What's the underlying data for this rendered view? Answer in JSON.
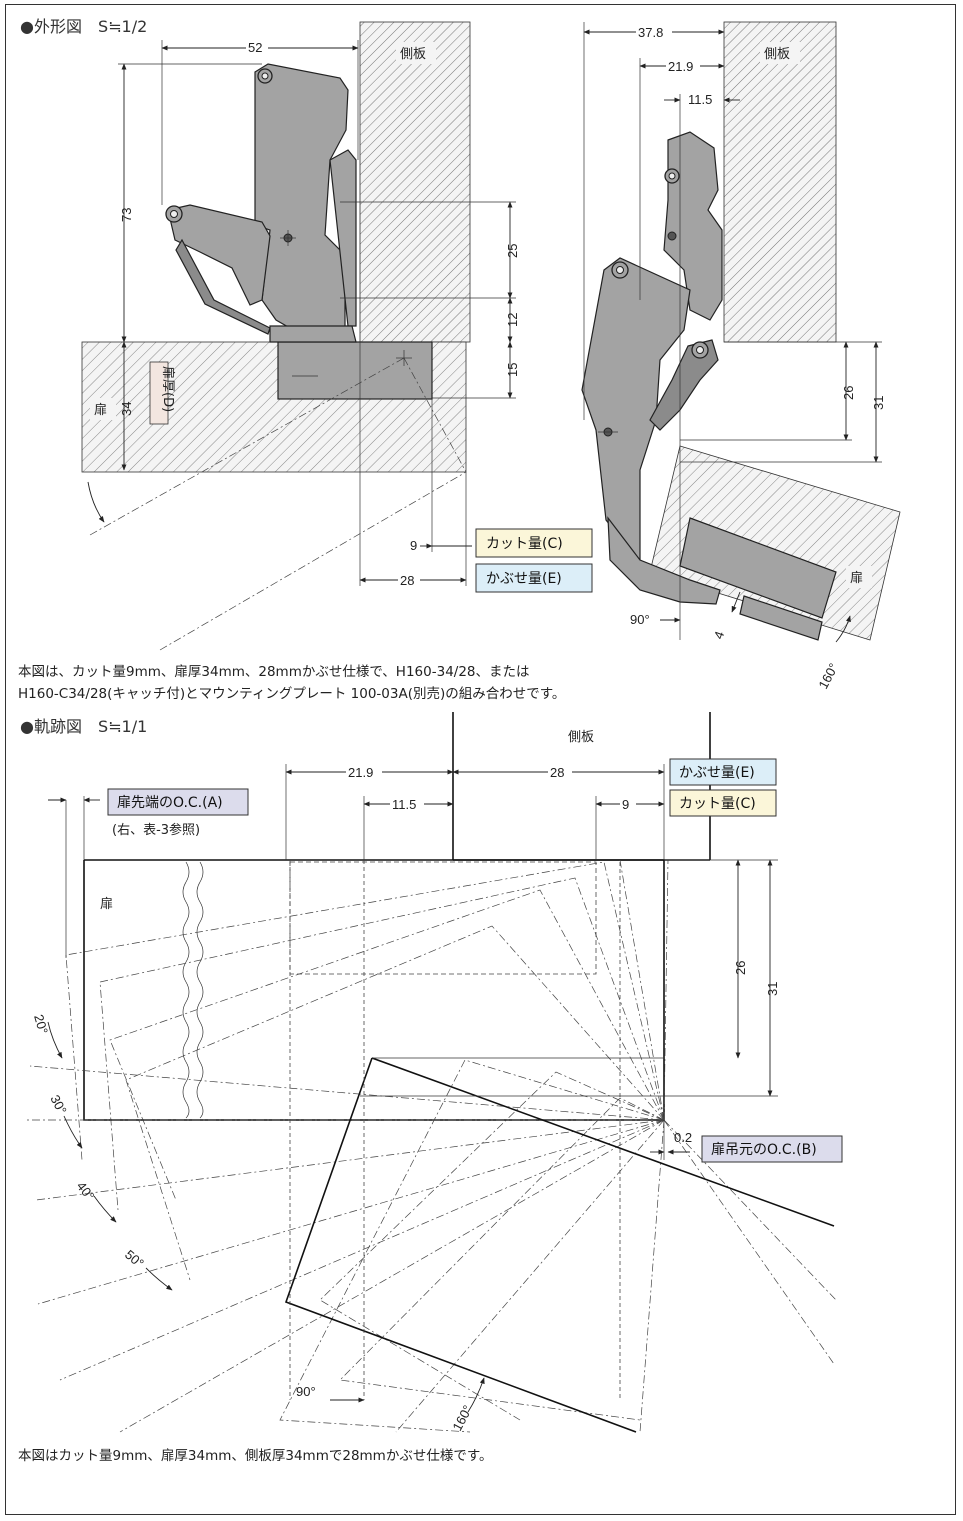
{
  "outline": {
    "heading": "●外形図　S≒1/2",
    "side_panel_left": "側板",
    "side_panel_right": "側板",
    "door_left": "扉",
    "door_right": "扉",
    "door_thickness_tag": "扉厚(D)",
    "dims": {
      "d52": "52",
      "d73": "73",
      "d34": "34",
      "d25": "25",
      "d12": "12",
      "d15": "15",
      "d9": "9",
      "d28": "28",
      "d37_8": "37.8",
      "d21_9": "21.9",
      "d11_5": "11.5",
      "d26": "26",
      "d31": "31",
      "d4": "4",
      "a90": "90°",
      "a160": "160°"
    },
    "legend_cut": "カット量(C)",
    "legend_overlay": "かぶせ量(E)",
    "note_line1": "本図は、カット量9mm、扉厚34mm、28mmかぶせ仕様で、H160-34/28、または",
    "note_line2": "H160-C34/28(キャッチ付)とマウンティングプレート 100-03A(別売)の組み合わせです。"
  },
  "trajectory": {
    "heading": "●軌跡図　S≒1/1",
    "side_panel": "側板",
    "door": "扉",
    "tag_oc_a": "扉先端のO.C.(A)",
    "tag_oc_a_note": "(右、表-3参照)",
    "tag_overlay": "かぶせ量(E)",
    "tag_cut": "カット量(C)",
    "tag_oc_b": "扉吊元のO.C.(B)",
    "dims": {
      "d21_9": "21.9",
      "d28": "28",
      "d11_5": "11.5",
      "d9": "9",
      "d26": "26",
      "d31": "31",
      "d0_2": "0.2"
    },
    "angles": {
      "a20": "20°",
      "a30": "30°",
      "a40": "40°",
      "a50": "50°",
      "a90": "90°",
      "a160": "160°"
    },
    "note": "本図はカット量9mm、扉厚34mm、側板厚34mmで28mmかぶせ仕様です。"
  },
  "colors": {
    "tag_cut_bg": "#fbf6d9",
    "tag_overlay_bg": "#dceef8",
    "tag_oc_bg": "#dcdcec"
  }
}
